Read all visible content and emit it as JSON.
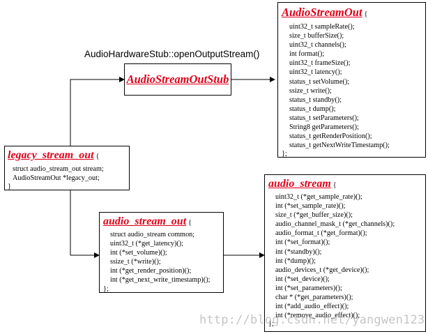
{
  "caller_label": "AudioHardwareStub::openOutputStream()",
  "stub_box": {
    "title": "AudioStreamOutStub"
  },
  "out_box": {
    "title": "AudioStreamOut",
    "open": "{",
    "close": "};",
    "members": [
      "uint32_t sampleRate();",
      "size_t  bufferSize();",
      "uint32_t channels();",
      "int  format();",
      "uint32_t frameSize();",
      "uint32_t latency();",
      "status_t setVolume();",
      "ssize_t  write();",
      "status_t standby();",
      "status_t dump();",
      "status_t setParameters();",
      "String8 getParameters();",
      "status_t getRenderPosition();",
      "status_t getNextWriteTimestamp();"
    ]
  },
  "legacy_box": {
    "title": "legacy_stream_out",
    "open": "{",
    "close": "}",
    "members": [
      "struct audio_stream_out stream;",
      "AudioStreamOut *legacy_out;"
    ]
  },
  "aso_box": {
    "title": "audio_stream_out",
    "open": "{",
    "close": "};",
    "members": [
      "struct audio_stream common;",
      "uint32_t (*get_latency)();",
      "int (*set_volume)();",
      "ssize_t (*write)();",
      "int (*get_render_position)();",
      "int (*get_next_write_timestamp)();"
    ]
  },
  "as_box": {
    "title": "audio_stream",
    "open": "{",
    "close": "};",
    "members": [
      "uint32_t (*get_sample_rate)();",
      "int (*set_sample_rate)();",
      "size_t (*get_buffer_size)();",
      "audio_channel_mask_t (*get_channels)();",
      "audio_format_t (*get_format)();",
      "int (*set_format)();",
      "int (*standby)();",
      "int (*dump)();",
      "audio_devices_t (*get_device)();",
      "int (*set_device)();",
      "int (*set_parameters)();",
      "char * (*get_parameters)();",
      "int (*add_audio_effect)();",
      "int (*remove_audio_effect)();"
    ]
  },
  "watermark": "http://blog.csdn.net/yangwen123",
  "colors": {
    "title": "#e0001a",
    "border": "#000000"
  }
}
